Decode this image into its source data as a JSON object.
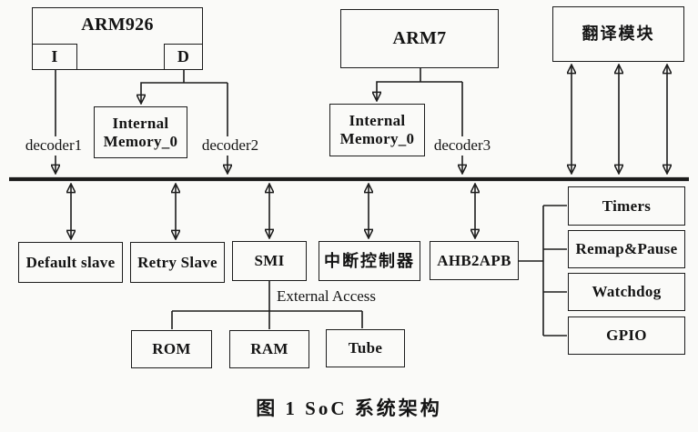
{
  "figure": {
    "caption": "图 1  SoC 系统架构"
  },
  "nodes": {
    "arm926": {
      "label": "ARM926"
    },
    "i_port": {
      "label": "I"
    },
    "d_port": {
      "label": "D"
    },
    "arm7": {
      "label": "ARM7"
    },
    "translate_module": {
      "label": "翻译模块"
    },
    "internal_memory_1": {
      "line1": "Internal",
      "line2": "Memory_0"
    },
    "internal_memory_2": {
      "line1": "Internal",
      "line2": "Memory_0"
    },
    "default_slave": {
      "label": "Default slave"
    },
    "retry_slave": {
      "label": "Retry Slave"
    },
    "smi": {
      "label": "SMI"
    },
    "interrupt_controller": {
      "label": "中断控制器"
    },
    "ahb2apb": {
      "label": "AHB2APB"
    },
    "timers": {
      "label": "Timers"
    },
    "remap_pause": {
      "label": "Remap&Pause"
    },
    "watchdog": {
      "label": "Watchdog"
    },
    "gpio": {
      "label": "GPIO"
    },
    "rom": {
      "label": "ROM"
    },
    "ram": {
      "label": "RAM"
    },
    "tube": {
      "label": "Tube"
    }
  },
  "labels": {
    "decoder1": "decoder1",
    "decoder2": "decoder2",
    "decoder3": "decoder3",
    "external_access": "External Access"
  },
  "colors": {
    "background": "#fafaf8",
    "line": "#1c1c1c",
    "text": "#141414"
  }
}
